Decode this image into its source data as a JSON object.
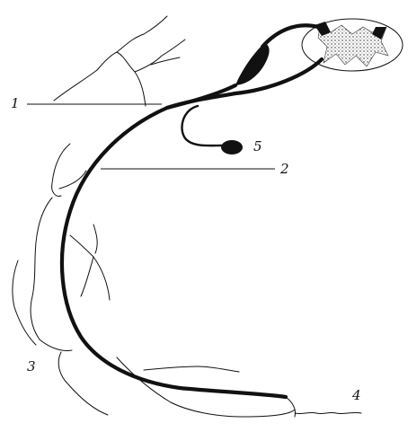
{
  "labels": {
    "l1": "1",
    "l2": "2",
    "l3": "3",
    "l4": "4",
    "l5": "5"
  },
  "colors": {
    "ink": "#111111",
    "background": "#ffffff"
  }
}
